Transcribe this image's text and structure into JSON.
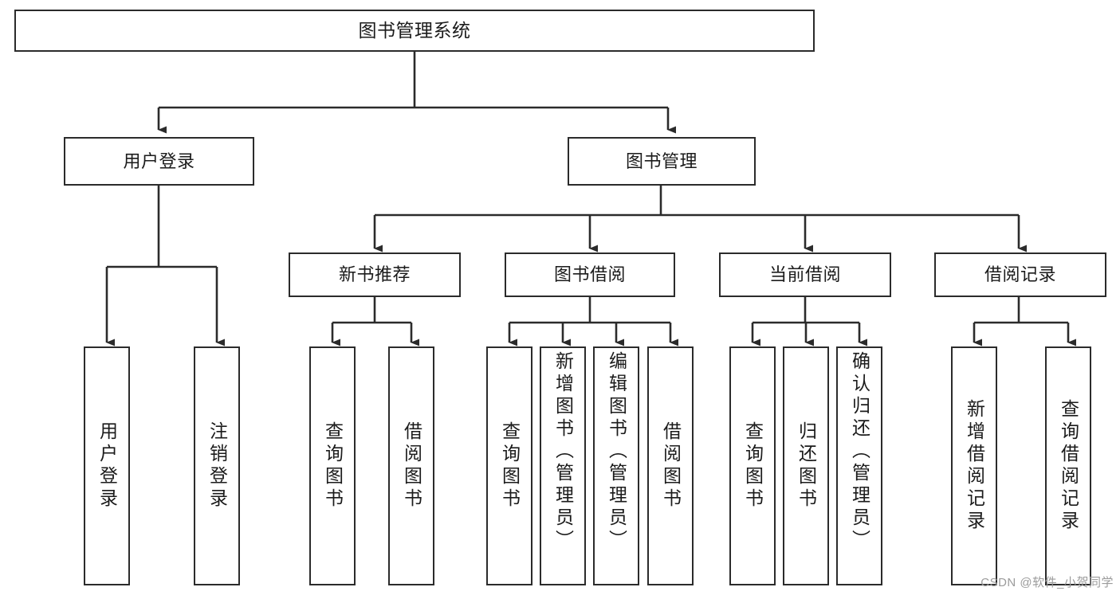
{
  "diagram": {
    "title": "图书管理系统",
    "watermark": "CSDN @软件_小贺同学",
    "line_color": "#2b2b2b",
    "box_fill": "#ffffff",
    "text_color": "#1b1b1b",
    "watermark_color": "#9b9b9b",
    "root": {
      "label": "图书管理系统"
    },
    "level2": [
      {
        "label": "用户登录"
      },
      {
        "label": "图书管理"
      }
    ],
    "level3": [
      {
        "label": "新书推荐"
      },
      {
        "label": "图书借阅"
      },
      {
        "label": "当前借阅"
      },
      {
        "label": "借阅记录"
      }
    ],
    "leaves": {
      "user_login": [
        {
          "label": "用户登录"
        },
        {
          "label": "注销登录"
        }
      ],
      "new_book_recommend": [
        {
          "label": "查询图书"
        },
        {
          "label": "借阅图书"
        }
      ],
      "book_borrow": [
        {
          "label": "查询图书"
        },
        {
          "label": "新增图书（管理员）"
        },
        {
          "label": "编辑图书（管理员）"
        },
        {
          "label": "借阅图书"
        }
      ],
      "current_borrow": [
        {
          "label": "查询图书"
        },
        {
          "label": "归还图书"
        },
        {
          "label": "确认归还（管理员）"
        }
      ],
      "borrow_record": [
        {
          "label": "新增借阅记录"
        },
        {
          "label": "查询借阅记录"
        }
      ]
    }
  }
}
